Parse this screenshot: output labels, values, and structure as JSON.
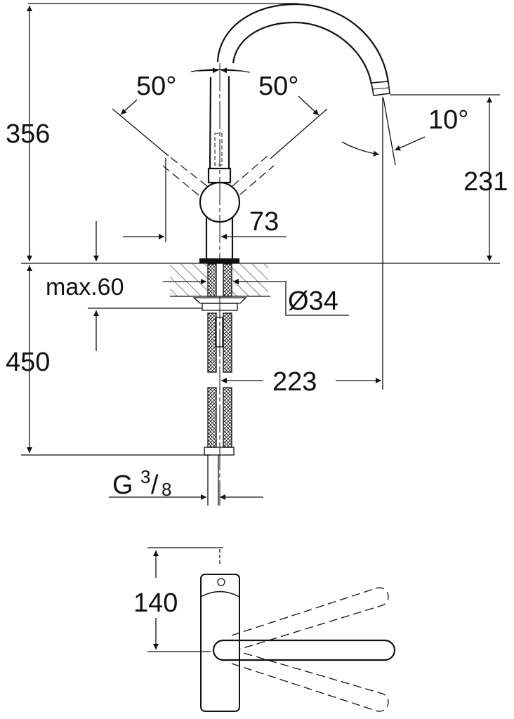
{
  "dimensions": {
    "height_total": "356",
    "angle_left": "50°",
    "angle_right": "50°",
    "spout_angle": "10°",
    "spout_height": "231",
    "lever_offset": "73",
    "max_thickness": "max.60",
    "hole_diameter": "Ø34",
    "below_counter": "450",
    "projection": "223",
    "thread_g": "G",
    "thread_num": "3",
    "thread_den": "8",
    "top_view_depth": "140"
  },
  "colors": {
    "line": "#111111",
    "background": "#ffffff"
  }
}
